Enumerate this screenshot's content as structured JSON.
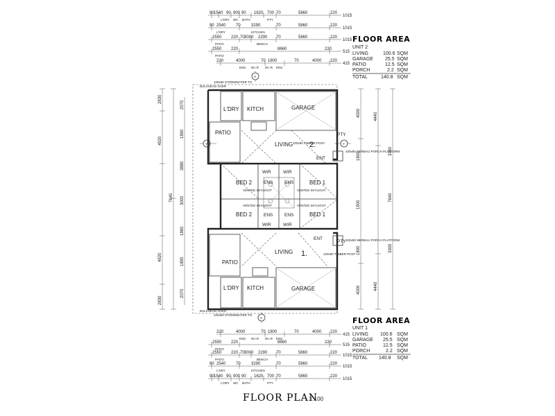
{
  "dims_top": [
    {
      "values": [
        "90",
        "1540",
        "90",
        "900",
        "90",
        "1620",
        "700",
        "70",
        "5860",
        "220"
      ],
      "right": "1015",
      "labels": [
        "L'DRY",
        "WC",
        "BATH",
        "PTY"
      ]
    },
    {
      "values": [
        "90",
        "2540",
        "70",
        "3290",
        "70",
        "5860",
        "220"
      ],
      "right": "1015",
      "labels": [
        "L'DRY",
        "KITCHEN"
      ]
    },
    {
      "values": [
        "2550",
        "220",
        "70",
        "3000",
        "2290",
        "70",
        "5860",
        "220"
      ],
      "right": "1015",
      "labels": [
        "PATIO",
        "BENCH"
      ]
    },
    {
      "values": [
        "2550",
        "220",
        "8660",
        "220"
      ],
      "right": "515",
      "labels": [
        "PATIO"
      ]
    },
    {
      "values": [
        "220",
        "4000",
        "70",
        "1800",
        "70",
        "4000",
        "220"
      ],
      "right": "415",
      "labels": [
        "ENS",
        "W.I.R",
        "W.I.R",
        "ENS"
      ]
    }
  ],
  "dims_bottom": [
    {
      "values": [
        "220",
        "4000",
        "70",
        "1800",
        "70",
        "4000",
        "220"
      ],
      "right": "415",
      "labels": [
        "ENS",
        "W.I.R",
        "W.I.R",
        "ENS"
      ]
    },
    {
      "values": [
        "2550",
        "220",
        "8660",
        "220"
      ],
      "right": "515",
      "labels": [
        "PATIO"
      ]
    },
    {
      "values": [
        "2550",
        "220",
        "70",
        "3000",
        "2290",
        "70",
        "5860",
        "220"
      ],
      "right": "1015",
      "labels": [
        "PATIO",
        "BENCH"
      ]
    },
    {
      "values": [
        "90",
        "2540",
        "70",
        "3290",
        "70",
        "5860",
        "220"
      ],
      "right": "1015",
      "labels": [
        "L'DRY",
        "KITCHEN"
      ]
    },
    {
      "values": [
        "90",
        "1540",
        "90",
        "900",
        "90",
        "1620",
        "700",
        "70",
        "5860",
        "220"
      ],
      "right": "1015",
      "labels": [
        "L'DRY",
        "WC",
        "BATH",
        "PTY"
      ]
    }
  ],
  "dims_left": [
    "2830",
    "4920",
    "7640",
    "4920",
    "2830"
  ],
  "dims_left_inner": [
    "2070",
    "1890",
    "3880",
    "3000",
    "1860",
    "1890",
    "2070"
  ],
  "dims_right": [
    "4000",
    "4440",
    "3300",
    "7640",
    "3300",
    "4440",
    "4000"
  ],
  "dims_right_inner": [
    "1800",
    "1900",
    "1800"
  ],
  "area_unit2": {
    "title": "FLOOR AREA",
    "unit": "UNIT 2",
    "rows": [
      {
        "label": "LIVING",
        "value": "100.6",
        "unit": "SQM"
      },
      {
        "label": "GARAGE",
        "value": "25.5",
        "unit": "SQM"
      },
      {
        "label": "PATIO",
        "value": "12.5",
        "unit": "SQM"
      },
      {
        "label": "PORCH",
        "value": "2.2",
        "unit": "SQM"
      },
      {
        "label": "TOTAL",
        "value": "140.8",
        "unit": "SQM"
      }
    ]
  },
  "area_unit1": {
    "title": "FLOOR AREA",
    "unit": "UNIT 1",
    "rows": [
      {
        "label": "LIVING",
        "value": "100.6",
        "unit": "SQM"
      },
      {
        "label": "GARAGE",
        "value": "25.5",
        "unit": "SQM"
      },
      {
        "label": "PATIO",
        "value": "12.5",
        "unit": "SQM"
      },
      {
        "label": "PORCH",
        "value": "2.2",
        "unit": "SQM"
      },
      {
        "label": "TOTAL",
        "value": "140.8",
        "unit": "SQM"
      }
    ]
  },
  "rooms": {
    "laundry_top": "L'DRY",
    "kitchen_top": "KITCH",
    "garage_top": "GARAGE",
    "patio_top": "PATIO",
    "living_top": "LIVING",
    "unit_top": "2.",
    "ent_top": "ENT",
    "bed2_top": "BED 2",
    "bed1_top": "BED 1",
    "wir_a": "WIR",
    "wir_b": "WIR",
    "ens_a": "ENS",
    "ens_b": "ENS",
    "vented_skylight_a": "VENTED SKYLIGHT",
    "vented_skylight_b": "VENTED SKYLIGHT",
    "vented_skylight_c": "VENTED SKYLIGHT",
    "vented_skylight_d": "VENTED SKYLIGHT",
    "bed2_bot": "BED 2",
    "bed1_bot": "BED 1",
    "ens_c": "ENS",
    "ens_d": "ENS",
    "wir_c": "WIR",
    "wir_d": "WIR",
    "living_bot": "LIVING",
    "unit_bot": "1.",
    "ent_bot": "ENT",
    "patio_bot": "PATIO",
    "laundry_bot": "L'DRY",
    "kitchen_bot": "KITCH",
    "garage_bot": "GARAGE",
    "pty_top": "PTY",
    "pty_bot": "PTY"
  },
  "notes": {
    "beam_top": "100x90 TIMBER POST",
    "beam_bot": "100x90 TIMBER POST",
    "porch_top": "100x90 MERBAU PORCH PLATFORM",
    "porch_bot": "100x90 MERBAU PORCH PLATFORM",
    "rainwater_top": "100x90 STORMWATER TO",
    "rainwater_bot": "100x90 STORMWATER TO",
    "bulkhead_top": "BULKHEAD OVER",
    "bulkhead_bot": "BULKHEAD OVER"
  },
  "section_markers": {
    "top": "X",
    "bottom": "X",
    "left": "Y",
    "right": "Y"
  },
  "title": {
    "main": "FLOOR PLAN",
    "scale": "1:100"
  }
}
